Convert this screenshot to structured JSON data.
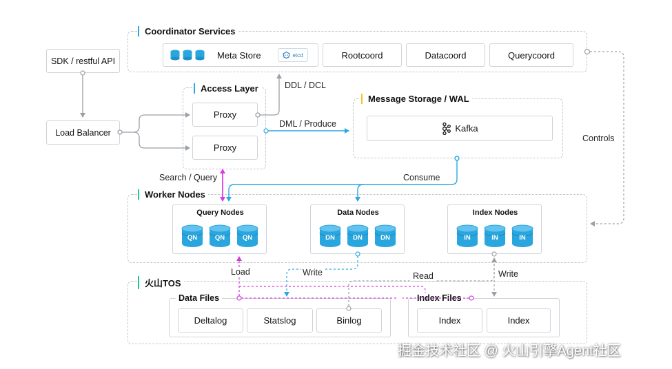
{
  "coordinator": {
    "title": "Coordinator Services",
    "meta_store": "Meta Store",
    "etcd": "etcd",
    "rootcoord": "Rootcoord",
    "datacoord": "Datacoord",
    "querycoord": "Querycoord"
  },
  "sdk": "SDK / restful API",
  "load_balancer": "Load Balancer",
  "access_layer": {
    "title": "Access Layer",
    "proxy_1": "Proxy",
    "proxy_2": "Proxy"
  },
  "message_storage": {
    "title": "Message Storage / WAL",
    "kafka": "Kafka"
  },
  "edge_labels": {
    "ddl_dcl": "DDL / DCL",
    "dml_produce": "DML / Produce",
    "search_query": "Search / Query",
    "consume": "Consume",
    "controls": "Controls",
    "load": "Load",
    "write_data": "Write",
    "read": "Read",
    "write_index": "Write"
  },
  "worker_nodes": {
    "title": "Worker Nodes",
    "query_nodes": {
      "title": "Query Nodes",
      "items": [
        "QN",
        "QN",
        "QN"
      ]
    },
    "data_nodes": {
      "title": "Data Nodes",
      "items": [
        "DN",
        "DN",
        "DN"
      ]
    },
    "index_nodes": {
      "title": "Index Nodes",
      "items": [
        "IN",
        "IN",
        "IN"
      ]
    }
  },
  "storage": {
    "title": "火山TOS",
    "data_files": {
      "title": "Data Files",
      "items": [
        "Deltalog",
        "Statslog",
        "Binlog"
      ]
    },
    "index_files": {
      "title": "Index Files",
      "items": [
        "Index",
        "Index"
      ]
    }
  },
  "watermark": "掘金技术社区 @ 火山引擎Agent社区",
  "colors": {
    "accent_blue": "#29a9e0",
    "accent_green": "#1ec98a",
    "accent_yellow": "#f4c522",
    "magenta": "#d63be3",
    "connector_gray": "#9aa0a6"
  }
}
